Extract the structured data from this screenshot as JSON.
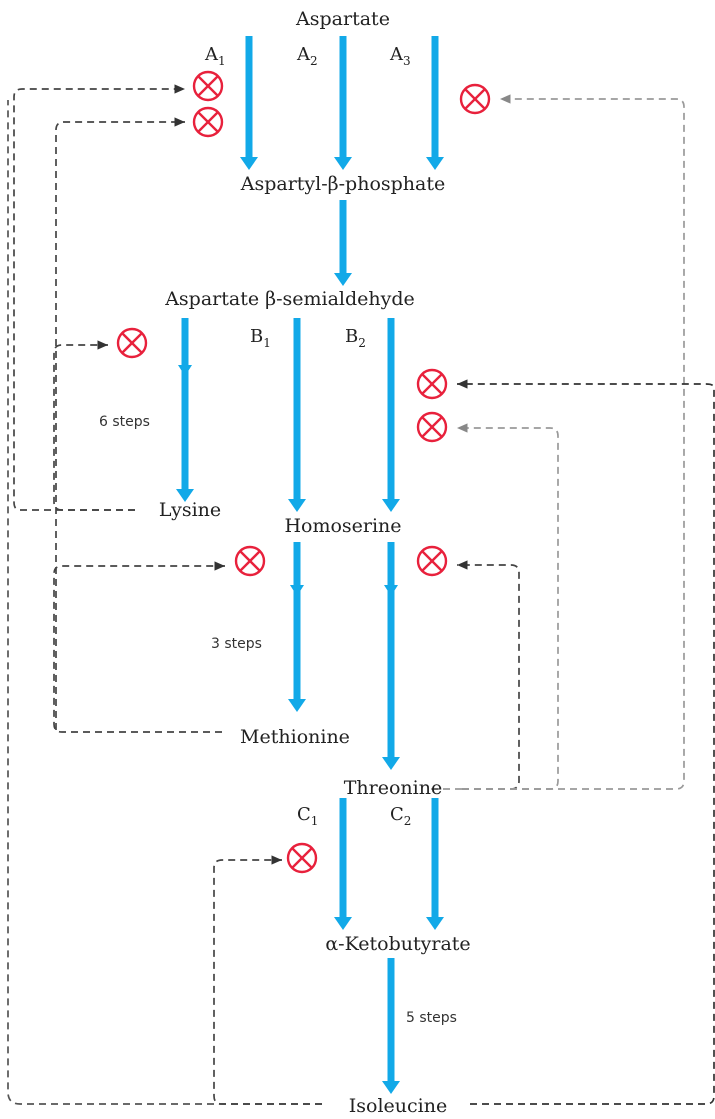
{
  "metabolites": {
    "aspartate": "Aspartate",
    "aspartyl_phosphate": "Aspartyl-β-phosphate",
    "aspartate_semialdehyde": "Aspartate β-semialdehyde",
    "lysine": "Lysine",
    "homoserine": "Homoserine",
    "methionine": "Methionine",
    "threonine": "Threonine",
    "ketobutyrate": "α-Ketobutyrate",
    "isoleucine": "Isoleucine"
  },
  "enzymes": {
    "a1": {
      "letter": "A",
      "sub": "1"
    },
    "a2": {
      "letter": "A",
      "sub": "2"
    },
    "a3": {
      "letter": "A",
      "sub": "3"
    },
    "b1": {
      "letter": "B",
      "sub": "1"
    },
    "b2": {
      "letter": "B",
      "sub": "2"
    },
    "c1": {
      "letter": "C",
      "sub": "1"
    },
    "c2": {
      "letter": "C",
      "sub": "2"
    }
  },
  "steps": {
    "lysine": "6 steps",
    "methionine": "3 steps",
    "isoleucine": "5 steps"
  },
  "colors": {
    "arrow": "#12a9e8",
    "inhibition": "#e8213c",
    "feedback_lysine": "#444444",
    "feedback_threonine": "#9a9a9a",
    "feedback_isoleucine": "#555555"
  },
  "icons": {
    "inhibition": "inhibition-icon"
  }
}
